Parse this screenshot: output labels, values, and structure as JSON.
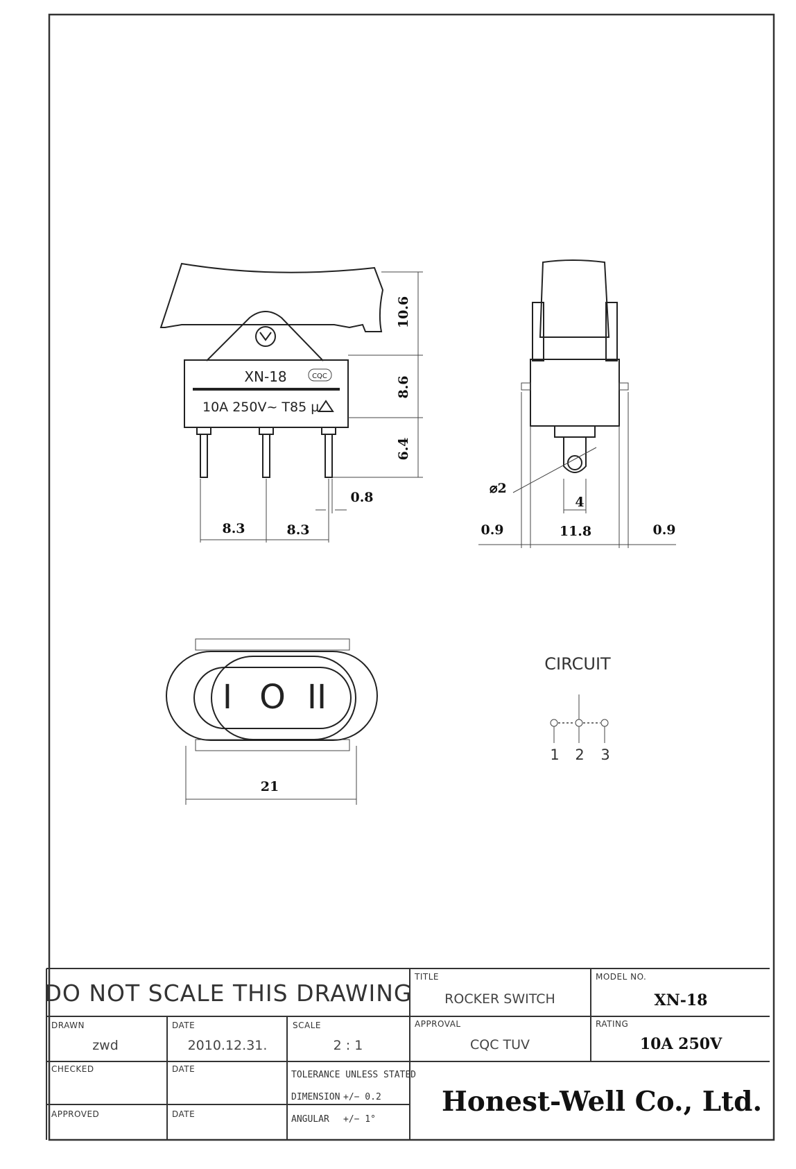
{
  "drawing": {
    "front_view": {
      "label_model": "XN-18",
      "label_rating": "10A 250V~ T85 µ",
      "cert_mark": "CQC",
      "dims": {
        "h_top": "10.6",
        "h_mid": "8.6",
        "h_pin": "6.4",
        "pin_w": "0.8",
        "pitch_1": "8.3",
        "pitch_2": "8.3"
      }
    },
    "side_view": {
      "dims": {
        "hole_dia": "⌀2",
        "hole_w": "4",
        "left": "0.9",
        "body": "11.8",
        "right": "0.9"
      }
    },
    "top_view": {
      "symbol_1": "I",
      "symbol_2": "O",
      "symbol_3": "II",
      "dims": {
        "width": "21"
      }
    },
    "circuit": {
      "title": "CIRCUIT",
      "pins": [
        "1",
        "2",
        "3"
      ]
    }
  },
  "title_block": {
    "notice": "DO NOT SCALE THIS DRAWING",
    "title_label": "TITLE",
    "title_value": "ROCKER SWITCH",
    "model_label": "MODEL NO.",
    "model_value": "XN-18",
    "drawn_label": "DRAWN",
    "drawn_value": "zwd",
    "date_label": "DATE",
    "date_value": "2010.12.31.",
    "scale_label": "SCALE",
    "scale_value": "2 : 1",
    "approval_label": "APPROVAL",
    "approval_value": "CQC TUV",
    "rating_label": "RATING",
    "rating_value": "10A 250V",
    "checked_label": "CHECKED",
    "approved_label": "APPROVED",
    "tolerance_title": "TOLERANCE UNLESS STATED",
    "tol_dimension_label": "DIMENSION",
    "tol_dimension_value": "+/− 0.2",
    "tol_angular_label": "ANGULAR",
    "tol_angular_value": "+/− 1°",
    "company": "Honest-Well Co., Ltd."
  }
}
